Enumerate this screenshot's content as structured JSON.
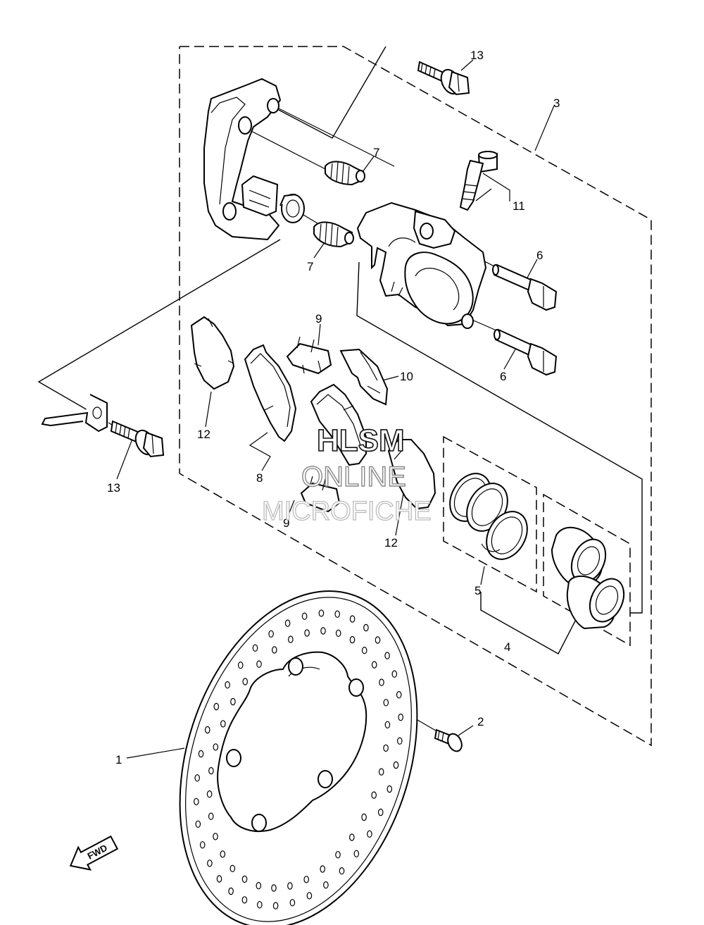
{
  "callouts": [
    {
      "id": "c1",
      "label": "1"
    },
    {
      "id": "c2",
      "label": "2"
    },
    {
      "id": "c3",
      "label": "3"
    },
    {
      "id": "c4",
      "label": "4"
    },
    {
      "id": "c5",
      "label": "5"
    },
    {
      "id": "c6a",
      "label": "6"
    },
    {
      "id": "c6b",
      "label": "6"
    },
    {
      "id": "c7a",
      "label": "7"
    },
    {
      "id": "c7b",
      "label": "7"
    },
    {
      "id": "c8",
      "label": "8"
    },
    {
      "id": "c9a",
      "label": "9"
    },
    {
      "id": "c9b",
      "label": "9"
    },
    {
      "id": "c10",
      "label": "10"
    },
    {
      "id": "c11",
      "label": "11"
    },
    {
      "id": "c12a",
      "label": "12"
    },
    {
      "id": "c12b",
      "label": "12"
    },
    {
      "id": "c13a",
      "label": "13"
    },
    {
      "id": "c13b",
      "label": "13"
    }
  ],
  "watermark": {
    "line1": "HLSM",
    "line2": "ONLINE",
    "line3": "MICROFICHE"
  },
  "fwd_label": "FWD"
}
